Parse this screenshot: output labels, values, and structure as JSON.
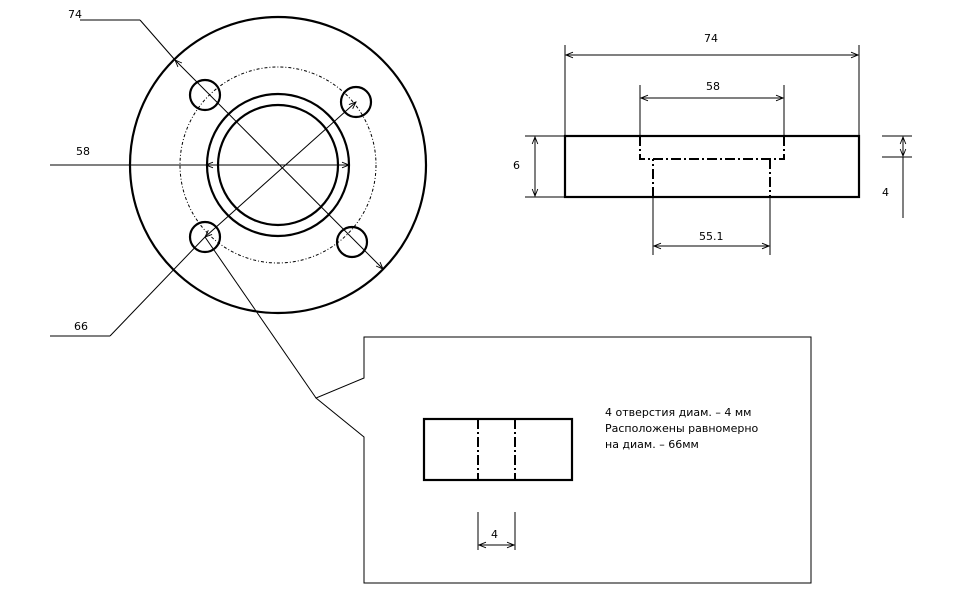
{
  "top_view": {
    "dim_outer": "74",
    "dim_inner": "58",
    "dim_bolt_circle": "66"
  },
  "side_view": {
    "dim_width": "74",
    "dim_recess": "58",
    "dim_height": "6",
    "dim_depth": "4",
    "dim_bore": "55.1"
  },
  "detail": {
    "dim_hole": "4",
    "note_lines": [
      "4 отверстия диам.  – 4 мм",
      "Расположены равномерно",
      "на диам. – 66мм"
    ]
  }
}
